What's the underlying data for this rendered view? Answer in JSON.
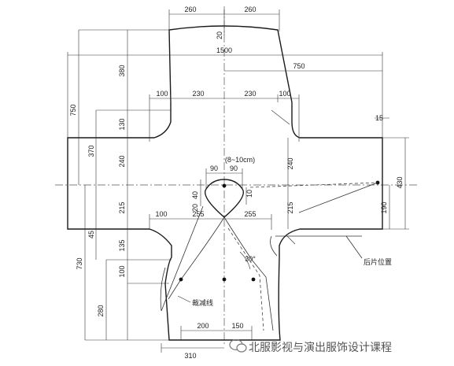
{
  "dimensions": {
    "top_left_width": "260",
    "top_right_width": "260",
    "neck_drop": "20",
    "total_width": "1500",
    "half_width": "750",
    "left_height": "750",
    "upper_height": "380",
    "shoulder_left": "100",
    "shoulder_mid_left": "230",
    "shoulder_mid_right": "230",
    "shoulder_right": "100",
    "cuff_small": "15",
    "v_130": "130",
    "v_370": "370",
    "v_240": "240",
    "v_240_right": "240",
    "v_430": "430",
    "neck_range": "(8~10cm)",
    "neck_half_left": "90",
    "neck_half_right": "90",
    "neck_depth_a": "40",
    "neck_depth_b": "20",
    "neck_side": "10",
    "v_215_left": "215",
    "v_215_right": "215",
    "v_190": "190",
    "front_100": "100",
    "front_255_left": "255",
    "front_255_right": "255",
    "v_45": "45",
    "v_135": "135",
    "v_730": "730",
    "v_100": "100",
    "v_280": "280",
    "hem_200": "200",
    "hem_150": "150",
    "hem_310": "310",
    "angle": "30°"
  },
  "labels": {
    "back_piece_position": "后片位置",
    "cut_line": "裁减线"
  },
  "watermark": {
    "text": "北服影视与演出服饰设计课程"
  },
  "colors": {
    "line": "#1a1a1a",
    "background": "#ffffff"
  }
}
